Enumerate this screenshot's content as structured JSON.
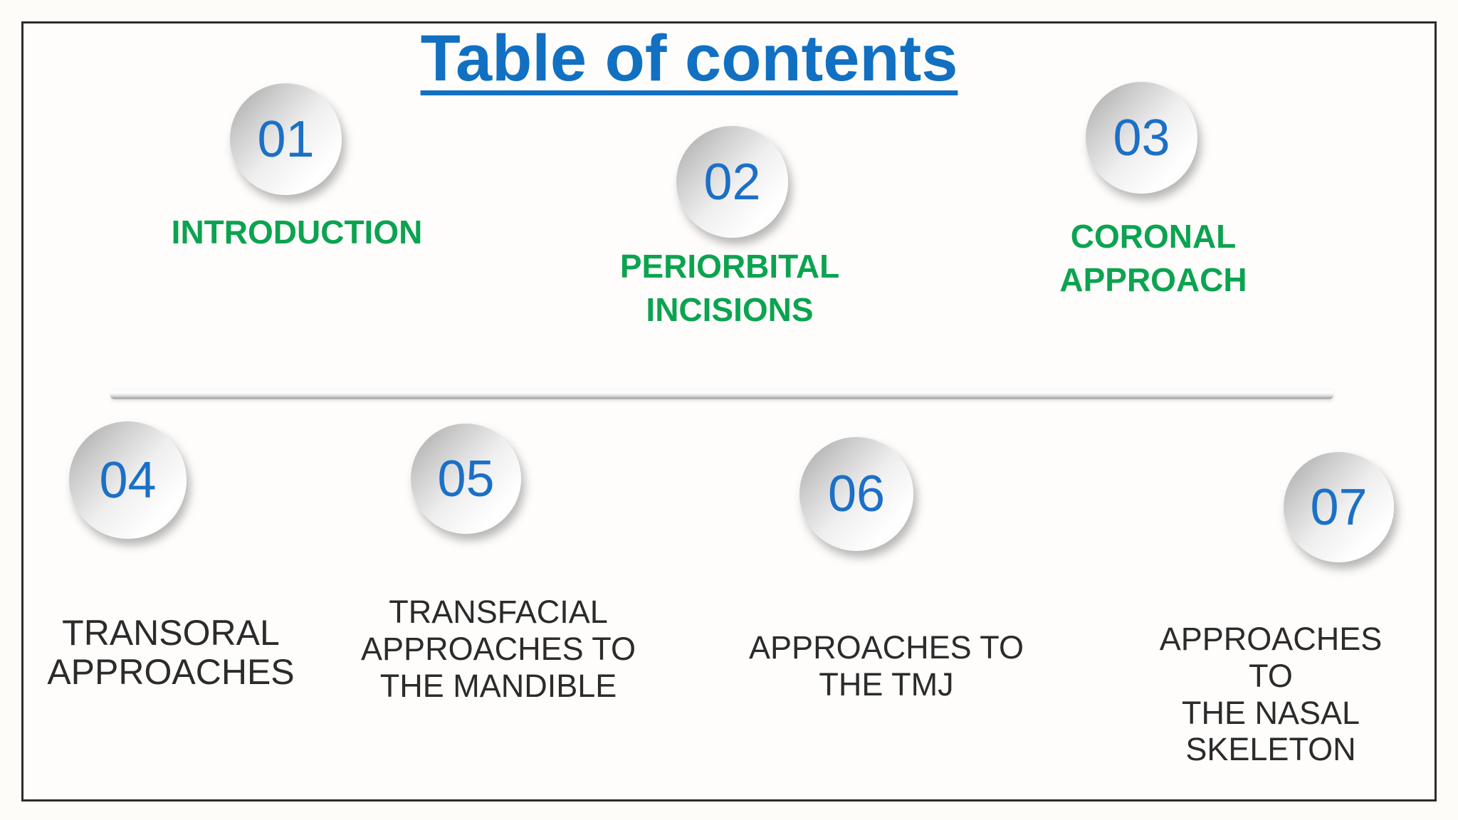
{
  "title": "Table of contents",
  "colors": {
    "title_blue": "#1170c2",
    "number_blue": "#1b70c6",
    "section_green": "#0ca350",
    "section_dark": "#2b2b2b"
  },
  "items": [
    {
      "number": "01",
      "label": "INTRODUCTION",
      "style": "green"
    },
    {
      "number": "02",
      "label": "PERIORBITAL\nINCISIONS",
      "style": "green"
    },
    {
      "number": "03",
      "label": "CORONAL\nAPPROACH",
      "style": "green"
    },
    {
      "number": "04",
      "label": "TRANSORAL\nAPPROACHES",
      "style": "dark"
    },
    {
      "number": "05",
      "label": "TRANSFACIAL\nAPPROACHES TO\nTHE MANDIBLE",
      "style": "dark"
    },
    {
      "number": "06",
      "label": "APPROACHES TO\nTHE TMJ",
      "style": "dark"
    },
    {
      "number": "07",
      "label": "APPROACHES TO\nTHE NASAL\nSKELETON",
      "style": "dark"
    }
  ]
}
